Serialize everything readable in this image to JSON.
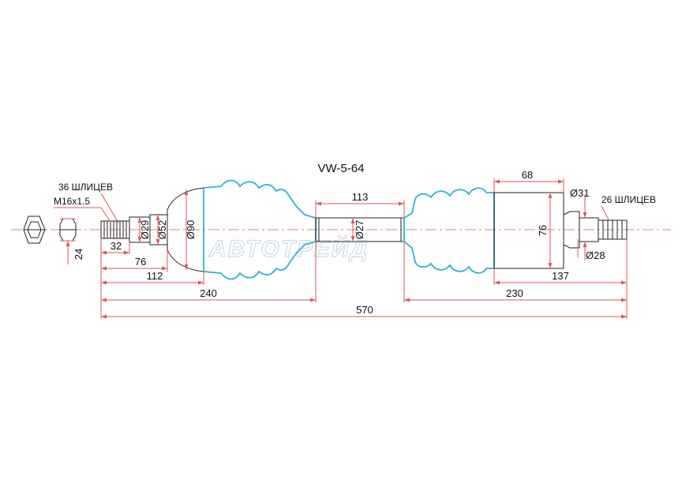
{
  "title": "VW-5-64",
  "watermark": "АВТОТРЕЙД",
  "notes": {
    "outer_splines": "36 ШЛИЦЕВ",
    "thread": "M16x1.5",
    "inner_splines": "26 ШЛИЦЕВ"
  },
  "dimensions": {
    "nut_size": "24",
    "thread_length": "32",
    "journal_length": "76",
    "outer_cv_length": "112",
    "outer_section_length": "240",
    "total_length": "570",
    "shaft_length": "113",
    "inner_section_length": "230",
    "inner_housing_length": "137",
    "inner_body_length": "68",
    "inner_body_diameter": "76",
    "dia_29": "Ø29",
    "dia_52": "Ø52",
    "dia_90": "Ø90",
    "dia_27": "Ø27",
    "dia_31": "Ø31",
    "dia_28": "Ø28"
  },
  "colors": {
    "dimension_line": "#e05555",
    "boot": "#2ab4cf",
    "outline": "#222222",
    "watermark": "#cfd9e6"
  }
}
